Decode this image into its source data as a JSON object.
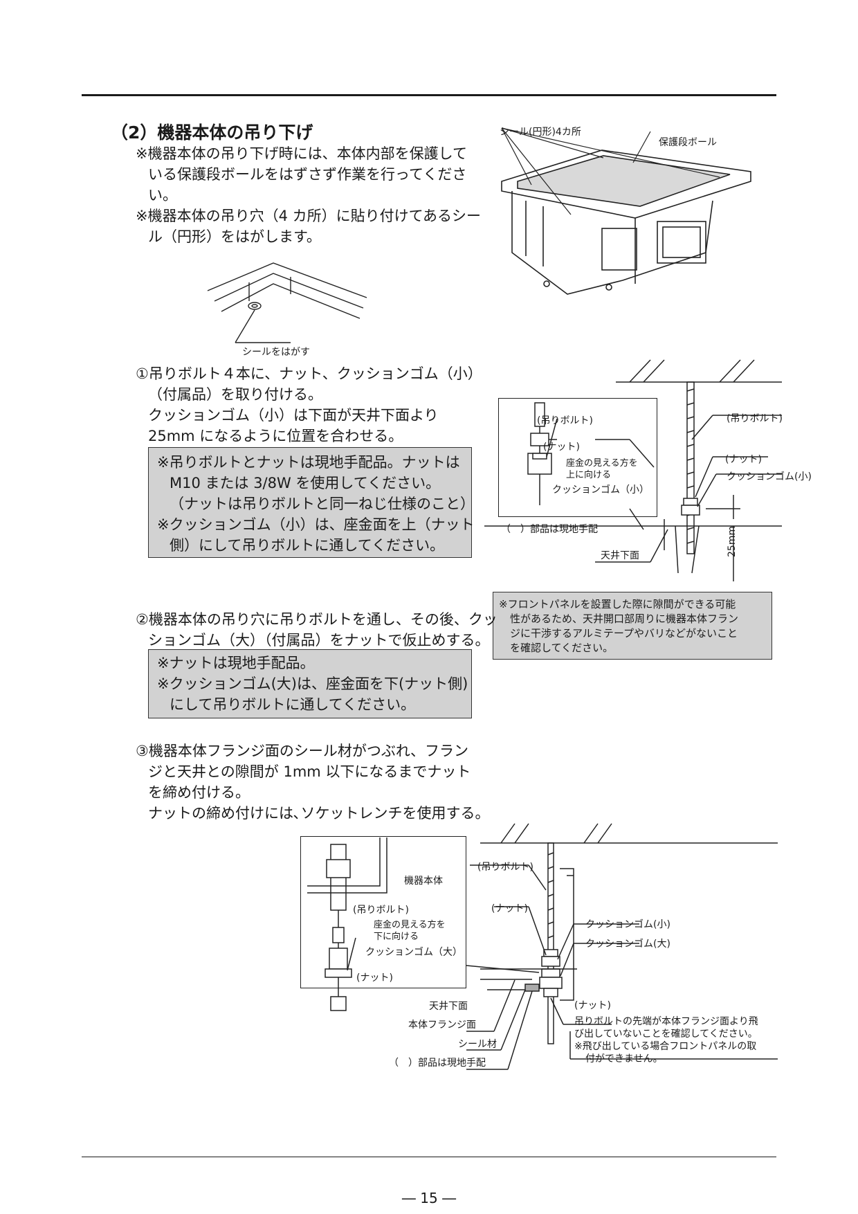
{
  "section": {
    "title": "（2）機器本体の吊り下げ"
  },
  "intro": {
    "notes": [
      [
        "※機器本体の吊り下げ時には、本体内部を保護して",
        "いる保護段ボールをはずさず作業を行ってくださ",
        "い。"
      ],
      [
        "※機器本体の吊り穴（4 カ所）に貼り付けてあるシー",
        "ル（円形）をはがします。"
      ]
    ]
  },
  "fig_top": {
    "seal_label": "シール(円形)4カ所",
    "cardboard_label": "保護段ボール"
  },
  "fig_peel": {
    "label": "シールをはがす"
  },
  "step1": {
    "lines": [
      "①吊りボルト４本に、ナット、クッションゴム（小）",
      "（付属品）を取り付ける。",
      "クッションゴム（小）は下面が天井下面より",
      "25mm になるように位置を合わせる。"
    ],
    "note": [
      "※吊りボルトとナットは現地手配品。ナットは",
      "M10 または 3/8W を使用してください。",
      "（ナットは吊りボルトと同一ねじ仕様のこと）",
      "※クッションゴム（小）は、座金面を上（ナット",
      "側）にして吊りボルトに通してください。"
    ]
  },
  "fig1": {
    "inset_bolt": "(吊りボルト)",
    "inset_nut": "(ナット)",
    "inset_washer": [
      "座金の見える方を",
      "上に向ける"
    ],
    "inset_cushion": "クッションゴム（小）",
    "local_parts": "（　）部品は現地手配",
    "bolt": "(吊りボルト)",
    "nut": "(ナット)",
    "cushion_small": "クッションゴム(小)",
    "ceiling_bottom": "天井下面",
    "dim": "25mm",
    "caution": [
      "※フロントパネルを設置した際に隙間ができる可能",
      "性があるため、天井開口部周りに機器本体フラン",
      "ジに干渉するアルミテープやバリなどがないこと",
      "を確認してください。"
    ]
  },
  "step2": {
    "lines": [
      "②機器本体の吊り穴に吊りボルトを通し、その後、クッ",
      "ションゴム（大）（付属品）をナットで仮止めする。"
    ],
    "note": [
      "※ナットは現地手配品。",
      "※クッションゴム(大)は、座金面を下(ナット側)",
      "にして吊りボルトに通してください。"
    ]
  },
  "step3": {
    "lines": [
      "③機器本体フランジ面のシール材がつぶれ、フラン",
      "ジと天井との隙間が 1mm 以下になるまでナット",
      "を締め付ける。",
      "ナットの締め付けには､ソケットレンチを使用する。"
    ]
  },
  "fig3": {
    "unit_body": "機器本体",
    "inset_bolt": "(吊りボルト)",
    "inset_washer": [
      "座金の見える方を",
      "下に向ける"
    ],
    "inset_cushion": "クッションゴム（大）",
    "inset_nut": "(ナット)",
    "bolt": "(吊りボルト)",
    "nut_upper": "(ナット)",
    "cushion_small": "クッションゴム(小)",
    "cushion_large": "クッションゴム(大)",
    "ceiling_bottom": "天井下面",
    "flange": "本体フランジ面",
    "seal": "シール材",
    "local_parts": "（　）部品は現地手配",
    "nut_lower": "(ナット)",
    "note": [
      "吊りボルトの先端が本体フランジ面より飛",
      "び出していないことを確認してください。",
      "※飛び出している場合フロントパネルの取",
      "付ができません。"
    ]
  },
  "footer": {
    "page": "― 15 ―"
  }
}
